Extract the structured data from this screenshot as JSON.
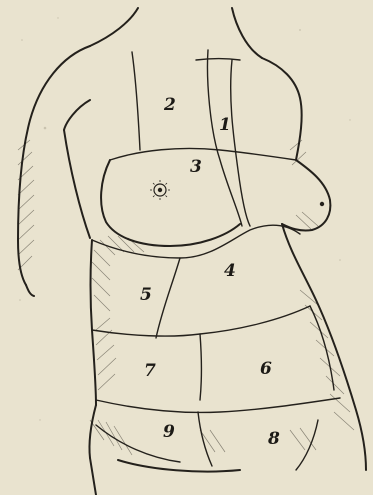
{
  "figure": {
    "regions": [
      {
        "id": "1",
        "label": "1"
      },
      {
        "id": "2",
        "label": "2"
      },
      {
        "id": "3",
        "label": "3"
      },
      {
        "id": "4",
        "label": "4"
      },
      {
        "id": "5",
        "label": "5"
      },
      {
        "id": "6",
        "label": "6"
      },
      {
        "id": "7",
        "label": "7"
      },
      {
        "id": "8",
        "label": "8"
      },
      {
        "id": "9",
        "label": "9"
      }
    ]
  },
  "colors": {
    "paper": "#e9e3cf",
    "ink": "#24211c"
  }
}
